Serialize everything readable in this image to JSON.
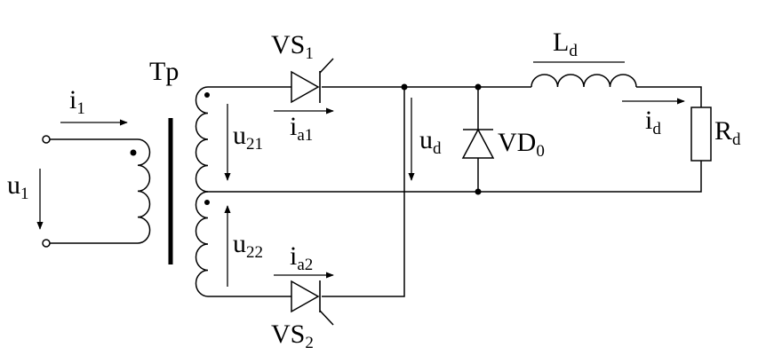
{
  "labels": {
    "u1": {
      "main": "u",
      "sub": "1"
    },
    "i1": {
      "main": "i",
      "sub": "1"
    },
    "tp": {
      "main": "Tp",
      "sub": ""
    },
    "vs1": {
      "main": "VS",
      "sub": "1"
    },
    "vs2": {
      "main": "VS",
      "sub": "2"
    },
    "u21": {
      "main": "u",
      "sub": "21"
    },
    "u22": {
      "main": "u",
      "sub": "22"
    },
    "ia1": {
      "main": "i",
      "sub": "a1"
    },
    "ia2": {
      "main": "i",
      "sub": "a2"
    },
    "ud": {
      "main": "u",
      "sub": "d"
    },
    "vd0": {
      "main": "VD",
      "sub": "0"
    },
    "ld": {
      "main": "L",
      "sub": "d"
    },
    "id": {
      "main": "i",
      "sub": "d"
    },
    "rd": {
      "main": "R",
      "sub": "d"
    }
  }
}
